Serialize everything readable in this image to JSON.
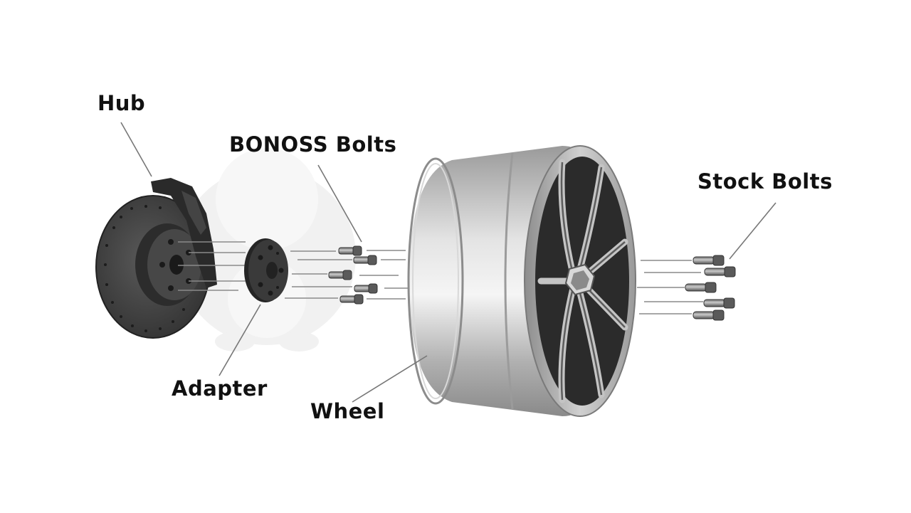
{
  "diagram": {
    "type": "exploded-assembly",
    "subject": "wheel adapter installation",
    "components": [
      {
        "id": "hub",
        "label": "Hub"
      },
      {
        "id": "bonoss-bolts",
        "label": "BONOSS Bolts"
      },
      {
        "id": "adapter",
        "label": "Adapter"
      },
      {
        "id": "wheel",
        "label": "Wheel"
      },
      {
        "id": "stock-bolts",
        "label": "Stock Bolts"
      }
    ],
    "bolt_counts": {
      "bonoss_bolts": 5,
      "stock_bolts": 5
    },
    "colors": {
      "label_text": "#111111",
      "leader_line": "#777777",
      "hub_dark": "#3a3a3a",
      "adapter": "#2e2e2e",
      "wheel_silver": "#b8b8b8",
      "spoke_dark": "#2a2a2a",
      "watermark": "#efefef"
    }
  }
}
